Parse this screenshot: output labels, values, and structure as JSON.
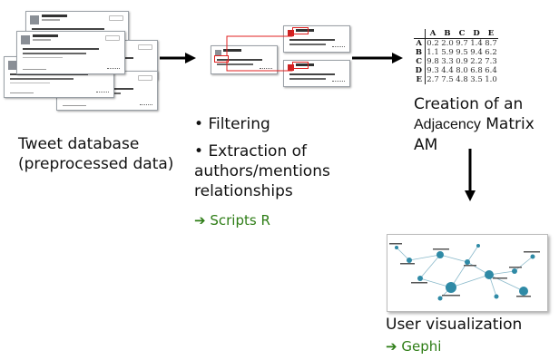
{
  "steps": {
    "tweet_database": {
      "caption_line1": "Tweet database",
      "caption_line2": "(preprocessed data)"
    },
    "filtering": {
      "bullet": "•",
      "item1": "Filtering",
      "item2_line1": "Extraction of",
      "item2_line2": "authors/mentions",
      "item2_line3": "relationships",
      "arrow_icon": "➔",
      "tool": "Scripts R"
    },
    "matrix": {
      "caption_line1": "Creation of an",
      "caption_word1": "Adjacency",
      "caption_word2": "Matrix AM",
      "columns": [
        "A",
        "B",
        "C",
        "D",
        "E"
      ],
      "rows": [
        {
          "label": "A",
          "values": [
            "0.2",
            "2.0",
            "9.7",
            "1.4",
            "8.7"
          ]
        },
        {
          "label": "B",
          "values": [
            "1.1",
            "5.9",
            "9.5",
            "9.4",
            "6.2"
          ]
        },
        {
          "label": "C",
          "values": [
            "9.8",
            "3.3",
            "0.9",
            "2.2",
            "7.3"
          ]
        },
        {
          "label": "D",
          "values": [
            "9.3",
            "4.4",
            "8.0",
            "6.8",
            "6.4"
          ]
        },
        {
          "label": "E",
          "values": [
            "2.7",
            "7.5",
            "4.8",
            "3.5",
            "1.0"
          ]
        }
      ]
    },
    "visualization": {
      "caption": "User visualization",
      "arrow_icon": "➔",
      "tool": "Gephi"
    }
  },
  "colors": {
    "accent_green": "#2e7d16",
    "highlight_red": "#e02020",
    "graph_node": "#2f8aa6"
  }
}
